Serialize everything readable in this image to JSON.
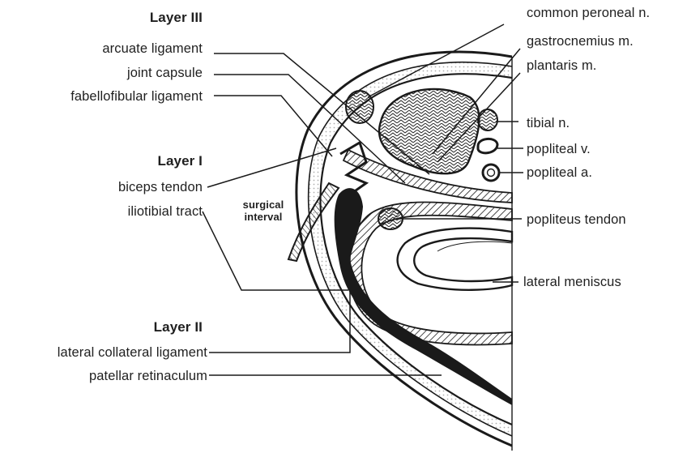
{
  "layer_heads": {
    "layer3": "Layer III",
    "layer1": "Layer I",
    "layer2": "Layer II"
  },
  "left_labels": {
    "arcuate": "arcuate ligament",
    "joint_capsule": "joint capsule",
    "fabellofibular": "fabellofibular ligament",
    "biceps": "biceps tendon",
    "iliotibial": "iliotibial tract",
    "lcl": "lateral collateral ligament",
    "patellar": "patellar retinaculum"
  },
  "center_label": {
    "line1": "surgical",
    "line2": "interval"
  },
  "right_labels": {
    "peroneal": "common peroneal n.",
    "gastrocnemius": "gastrocnemius m.",
    "plantaris": "plantaris m.",
    "tibial": "tibial n.",
    "popliteal_v": "popliteal v.",
    "popliteal_a": "popliteal a.",
    "popliteus": "popliteus tendon",
    "meniscus": "lateral meniscus"
  },
  "colors": {
    "ink": "#1a1a1a",
    "paper": "#ffffff"
  }
}
